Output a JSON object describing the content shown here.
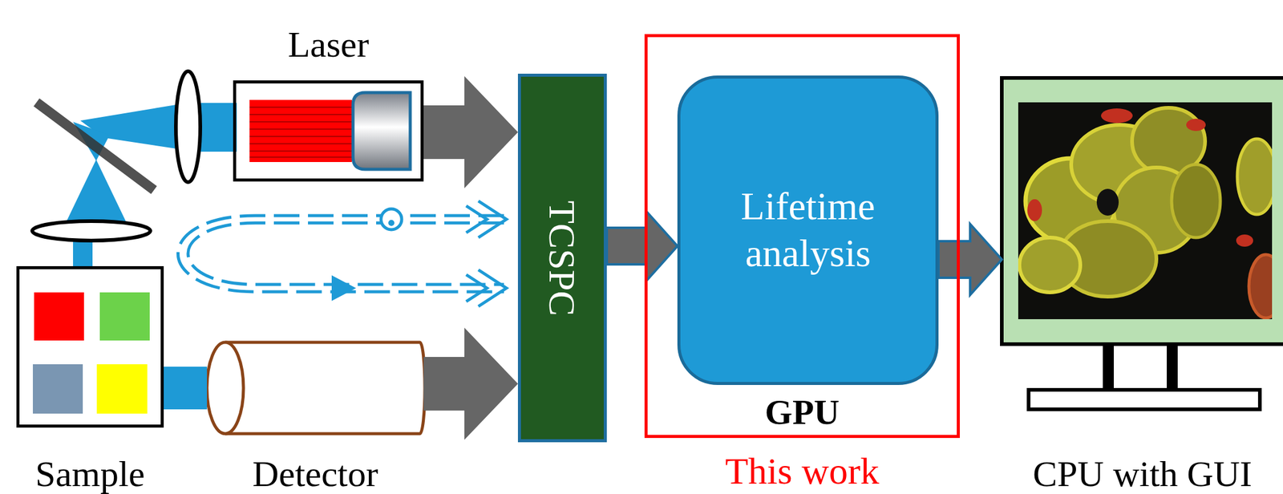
{
  "diagram": {
    "nodes": [
      {
        "text": [
          "Laser"
        ]
      },
      {
        "text": [
          "Sample"
        ]
      },
      {
        "text": [
          "Detector"
        ]
      },
      {
        "text": [
          "TCSPC"
        ]
      },
      {
        "text": [
          "GPU",
          "This work"
        ]
      },
      {
        "text": [
          "Lifetime analysis"
        ],
        "in": 4
      },
      {
        "text": [
          "CPU with GUI"
        ]
      }
    ],
    "edges": [
      {
        "from": 0,
        "to": 3,
        "arrow": "to"
      },
      {
        "from": 1,
        "to": 2,
        "arrow": "none"
      },
      {
        "from": 2,
        "to": 3,
        "arrow": "to"
      },
      {
        "from": 3,
        "to": 5,
        "arrow": "to"
      },
      {
        "from": 5,
        "to": 6,
        "arrow": "to"
      }
    ]
  }
}
